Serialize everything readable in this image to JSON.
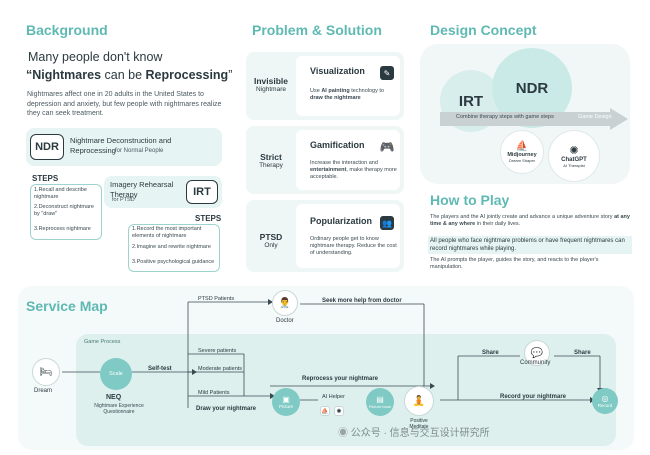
{
  "background": {
    "heading": "Background",
    "line1": "Many people don't know",
    "line2_a": "“Nightmares",
    "line2_b": " can be ",
    "line2_c": "Reprocessing",
    "line2_d": "”",
    "paragraph": "Nightmares affect one in 20 adults in the United States to depression and anxiety, but few people with nightmares realize they can seek treatment.",
    "ndr_badge": "NDR",
    "ndr_title": "Nightmare Deconstruction and Reprocessing",
    "ndr_for": "for Normal People",
    "steps_label": "STEPS",
    "ndr_steps": [
      "1.Recall and describe nightmare",
      "2.Deconstruct nightmare by \"draw\"",
      "3.Reprocess nightmare"
    ],
    "irt_title": "Imagery Rehearsal Therapy",
    "irt_for": "for PTSD",
    "irt_badge": "IRT",
    "irt_steps_label": "STEPS",
    "irt_steps": [
      "1.Record the most important elements of nightmare",
      "2.Imagine and rewrite nightmare",
      "3.Positive psychological guidance"
    ]
  },
  "problem": {
    "heading": "Problem & Solution",
    "rows": [
      {
        "left_title": "Invisible",
        "left_sub": "Nightmare",
        "right_title": "Visualization",
        "desc_a": "Use ",
        "desc_b": "AI painting",
        "desc_c": " technology to ",
        "desc_d": "draw the nightmare",
        "icon": "paint-icon"
      },
      {
        "left_title": "Strict",
        "left_sub": "Therapy",
        "right_title": "Gamification",
        "desc_a": "Increase the interaction and ",
        "desc_b": "entertainment",
        "desc_c": ", make therapy more acceptable.",
        "desc_d": "",
        "icon": "gamepad-icon"
      },
      {
        "left_title": "PTSD",
        "left_sub": "Only",
        "right_title": "Popularization",
        "desc_a": "Ordinary people get to know nightmare therapy. Reduce the cost of understanding.",
        "desc_b": "",
        "desc_c": "",
        "desc_d": "",
        "icon": "people-icon"
      }
    ]
  },
  "design": {
    "heading": "Design Concept",
    "irt": "IRT",
    "ndr": "NDR",
    "combine": "Combine therapy steps with game steps",
    "arrow_label": "Game Design",
    "midjourney": "Midjourney",
    "midjourney_sub": "Dream Shaper",
    "chatgpt": "ChatGPT",
    "chatgpt_sub": "AI Therapist"
  },
  "howto": {
    "heading": "How to Play",
    "p1_a": "The players and the AI jointly create and advance a unique adventure story ",
    "p1_b": "at any time & any where",
    "p1_c": " in their daily lives.",
    "p2": "All people who face nightmare problems or have frequent nightmares can record nightmares while playing.",
    "p3": "The AI prompts the player, guides the story, and reacts to the player's manipulation."
  },
  "service": {
    "heading": "Service Map",
    "game_process": "Game Process",
    "dream": "Dream",
    "scale": "Scale",
    "neq": "NEQ",
    "neq_sub": "Nightmare Experience Questionnaire",
    "self_test": "Self-test",
    "severe": "Severe patients",
    "moderate": "Moderate patients",
    "mild": "Mild Patients",
    "ptsd": "PTSD Patients",
    "doctor": "Doctor",
    "seek_help": "Seek more help from doctor",
    "draw": "Draw your nightmare",
    "reprocess": "Reprocess your nightmare",
    "picture": "Picture",
    "ai_helper": "AI Helper",
    "picture_book": "Picture book",
    "positive": "Positive Meditate",
    "share1": "Share",
    "share2": "Share",
    "community": "Community",
    "record": "Record your nightmare",
    "record_node": "Record",
    "watermark": "公众号 · 信息与交互设计研究所"
  }
}
